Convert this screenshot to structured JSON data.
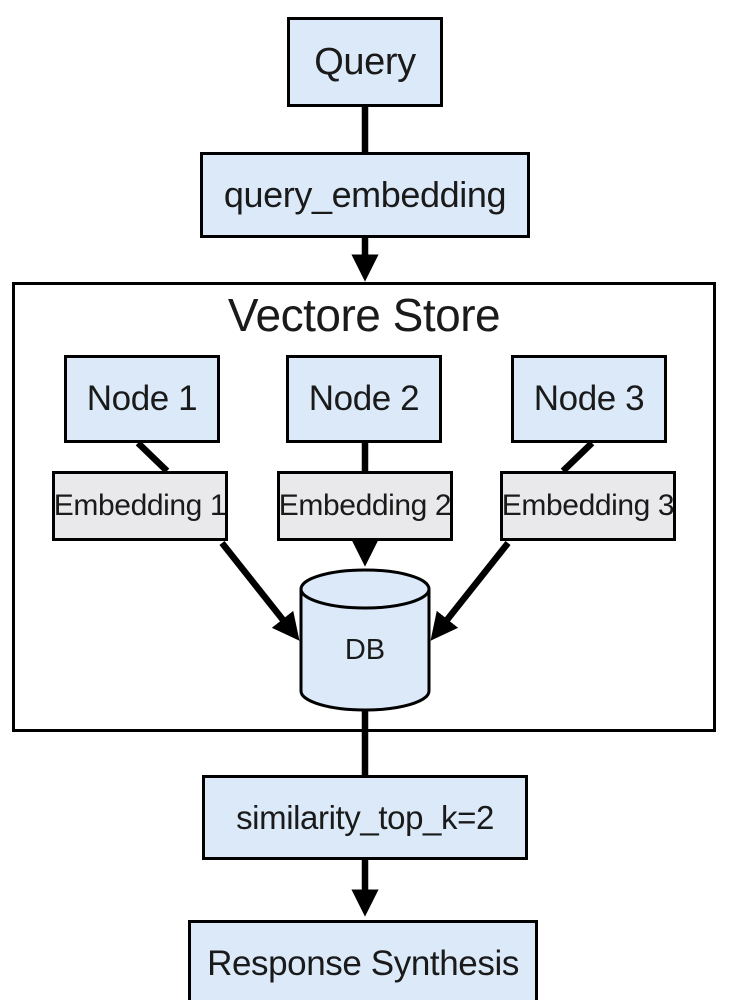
{
  "diagram": {
    "query": {
      "label": "Query"
    },
    "query_embedding": {
      "label": "query_embedding"
    },
    "vector_store": {
      "title": "Vectore Store",
      "nodes": [
        {
          "label": "Node 1"
        },
        {
          "label": "Node 2"
        },
        {
          "label": "Node 3"
        }
      ],
      "embeddings": [
        {
          "label": "Embedding 1"
        },
        {
          "label": "Embedding 2"
        },
        {
          "label": "Embedding 3"
        }
      ],
      "db": {
        "label": "DB"
      }
    },
    "similarity": {
      "label": "similarity_top_k=2"
    },
    "response": {
      "label": "Response Synthesis"
    },
    "colors": {
      "box_fill": "#dbe9f8",
      "embedding_fill": "#e9e9eb",
      "stroke": "#000000",
      "background": "#ffffff"
    }
  }
}
